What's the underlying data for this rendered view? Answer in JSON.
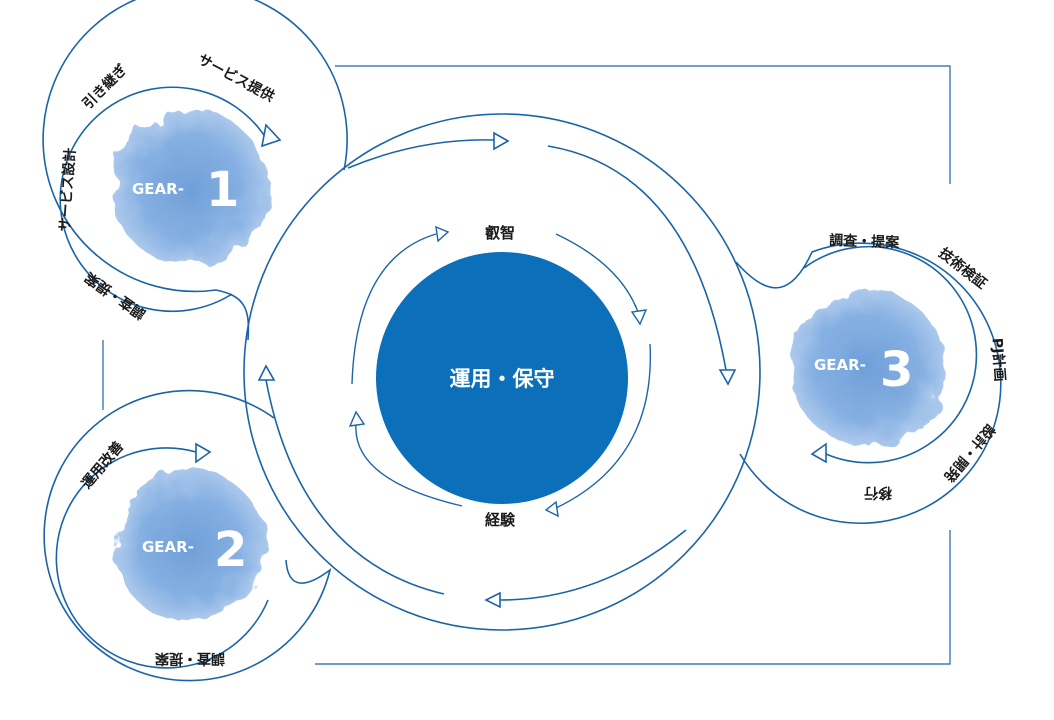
{
  "colors": {
    "accent": "#1a64a8",
    "center_fill": "#0c6fba",
    "cloud": "#7ea9dd",
    "cloud_light": "#a9c7ec",
    "text": "#1b1b1b"
  },
  "center": {
    "title": "運用・保守"
  },
  "inner_cycle": {
    "top_label": "叡智",
    "bottom_label": "経験"
  },
  "gear1": {
    "prefix": "GEAR-",
    "number": "1",
    "labels": [
      "サービス提供",
      "引き継ぎ",
      "サービス設計",
      "調査・提案"
    ]
  },
  "gear2": {
    "prefix": "GEAR-",
    "number": "2",
    "labels": [
      "運用改善",
      "調査・提案"
    ]
  },
  "gear3": {
    "prefix": "GEAR-",
    "number": "3",
    "labels": [
      "調査・提案",
      "技術検証",
      "PJ計画",
      "設計・開発",
      "移行"
    ]
  }
}
